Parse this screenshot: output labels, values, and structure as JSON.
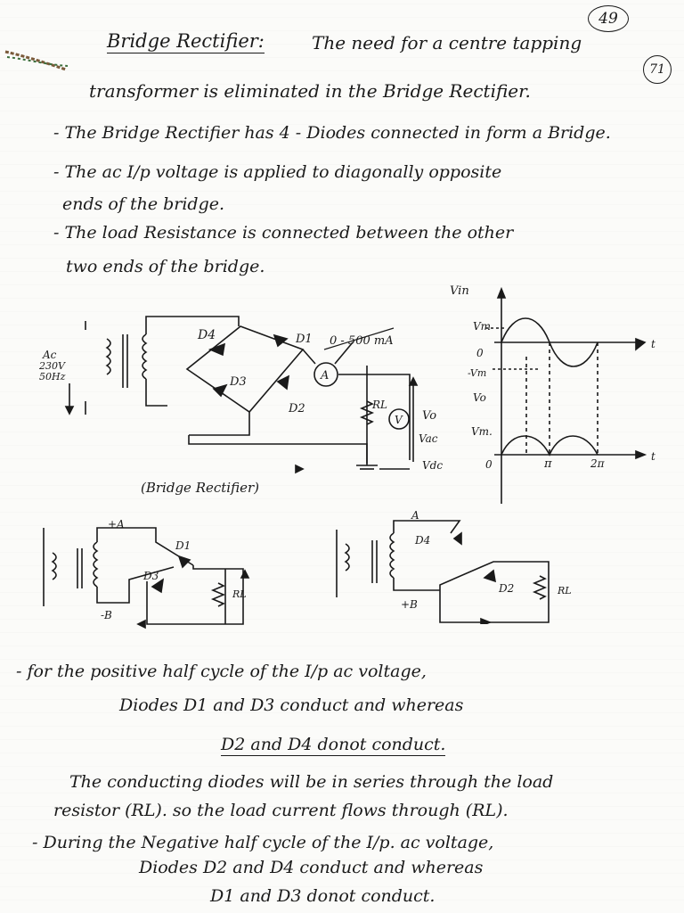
{
  "page": {
    "number": "49",
    "sub_number": "71"
  },
  "title": "Bridge Rectifier:",
  "intro": {
    "line1": "The need for a centre tapping",
    "line2": "transformer is eliminated in the Bridge Rectifier."
  },
  "bullets": [
    "- The Bridge Rectifier has 4 - Diodes connected in form a Bridge.",
    "- The ac I/p voltage is applied to diagonally opposite",
    "ends of the bridge.",
    "- The load Resistance is connected between the other",
    "two ends of the bridge."
  ],
  "circuit_labels": {
    "ac_source": "Ac",
    "voltage": "230V",
    "freq": "50Hz",
    "d4": "D4",
    "d1": "D1",
    "d3": "D3",
    "d2": "D2",
    "ammeter": "A",
    "ammeter_range": "0 - 500 mA",
    "rl": "RL",
    "voltmeter": "V",
    "vo": "Vo",
    "vac": "Vac",
    "vdc": "Vdc",
    "caption": "(Bridge Rectifier)"
  },
  "graph_labels": {
    "vin": "Vin",
    "vm": "Vm",
    "neg_vm": "-Vm",
    "vo": "Vo",
    "vm2": "Vm.",
    "zero1": "0",
    "zero2": "0",
    "t1": "t",
    "t2": "t",
    "pi": "π",
    "two_pi": "2π"
  },
  "half_cycle_labels": {
    "a_plus": "+A",
    "d1": "D1",
    "d3": "D3",
    "b_minus": "-B",
    "rl_left": "RL",
    "a": "A",
    "d4": "D4",
    "d2": "D2",
    "b_plus": "+B",
    "rl_right": "RL"
  },
  "notes": [
    "- for the positive half cycle of the I/p ac voltage,",
    "Diodes D1 and D3 conduct and whereas",
    "D2 and D4 donot conduct.",
    "The conducting diodes will be in series through the load",
    "resistor (RL). so the load current flows through (RL).",
    "- During the Negative half cycle of the I/p. ac voltage,",
    "Diodes D2 and D4 conduct and whereas",
    "D1 and D3 donot conduct."
  ]
}
